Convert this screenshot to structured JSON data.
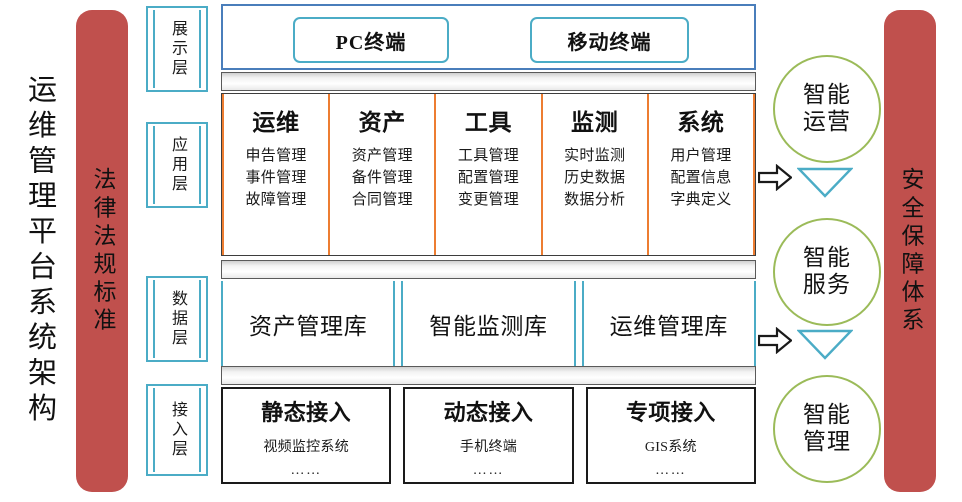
{
  "title": {
    "text": "运维管理平台系统架构"
  },
  "pillars": {
    "left": {
      "label": "法律法规标准",
      "color": "#c0504d"
    },
    "right": {
      "label": "安全保障体系",
      "color": "#c0504d"
    }
  },
  "layer_labels": {
    "presentation": "展示层",
    "application": "应用层",
    "data": "数据层",
    "access": "接入层",
    "border_color": "#4bacc6"
  },
  "presentation_layer": {
    "border_color": "#4a7ebb",
    "terminals": [
      {
        "label": "PC终端"
      },
      {
        "label": "移动终端"
      }
    ]
  },
  "application_layer": {
    "divider_color": "#ed7d31",
    "columns": [
      {
        "title": "运维",
        "items": [
          "申告管理",
          "事件管理",
          "故障管理"
        ]
      },
      {
        "title": "资产",
        "items": [
          "资产管理",
          "备件管理",
          "合同管理"
        ]
      },
      {
        "title": "工具",
        "items": [
          "工具管理",
          "配置管理",
          "变更管理"
        ]
      },
      {
        "title": "监测",
        "items": [
          "实时监测",
          "历史数据",
          "数据分析"
        ]
      },
      {
        "title": "系统",
        "items": [
          "用户管理",
          "配置信息",
          "字典定义"
        ]
      }
    ]
  },
  "data_layer": {
    "divider_color": "#4bacc6",
    "databases": [
      {
        "label": "资产管理库"
      },
      {
        "label": "智能监测库"
      },
      {
        "label": "运维管理库"
      }
    ]
  },
  "access_layer": {
    "border_color": "#1a1a1a",
    "boxes": [
      {
        "title": "静态接入",
        "subtitle": "视频监控系统",
        "dots": "……"
      },
      {
        "title": "动态接入",
        "subtitle": "手机终端",
        "dots": "……"
      },
      {
        "title": "专项接入",
        "subtitle": "GIS系统",
        "dots": "……"
      }
    ]
  },
  "outcomes": {
    "circle_color": "#9bbb59",
    "triangle_color": "#4bacc6",
    "circles": [
      {
        "line1": "智能",
        "line2": "运营"
      },
      {
        "line1": "智能",
        "line2": "服务"
      },
      {
        "line1": "智能",
        "line2": "管理"
      }
    ]
  }
}
